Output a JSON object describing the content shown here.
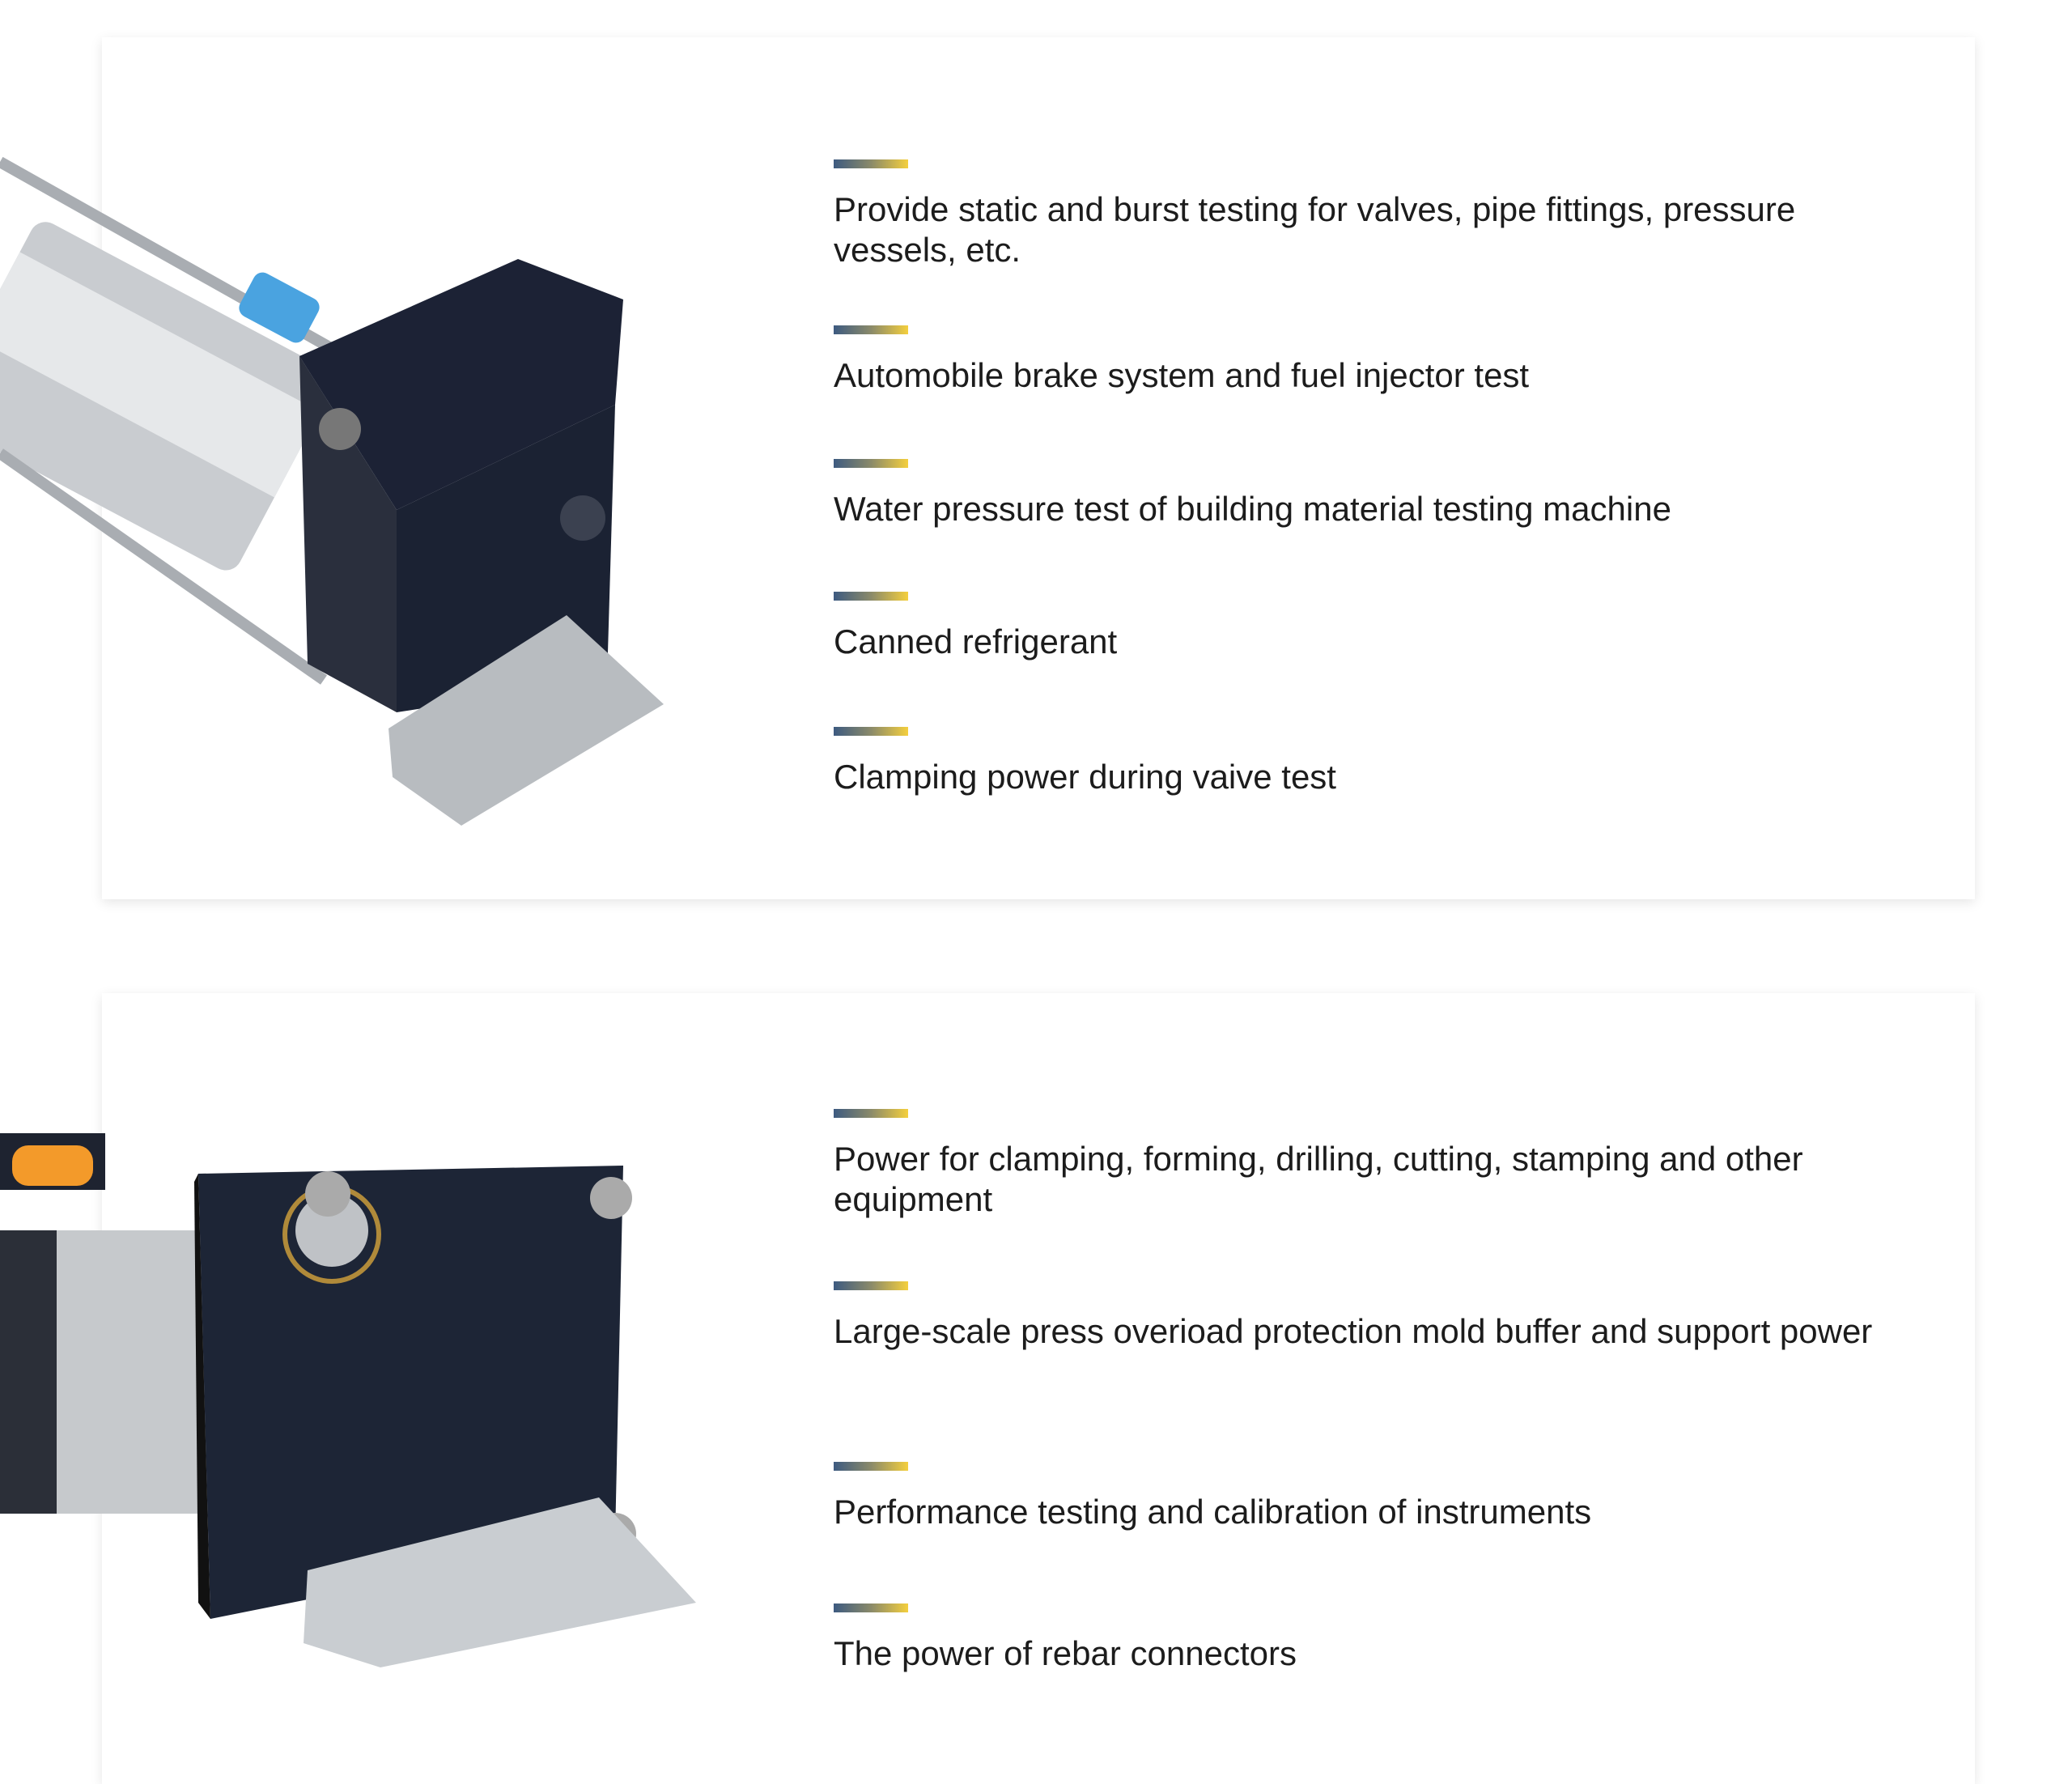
{
  "sections": [
    {
      "image": "air-driven-gas-booster-pump-photo",
      "items": [
        "Provide static and burst testing for valves, pipe fittings, pressure vessels, etc.",
        "Automobile brake system and fuel injector test",
        "Water pressure test of building material testing machine",
        "Canned refrigerant",
        "Clamping power during vaive test"
      ]
    },
    {
      "image": "gas-booster-end-cap-photo",
      "items": [
        "Power for clamping, forming, drilling, cutting, stamping and other equipment",
        "Large-scale press overioad protection mold buffer and support power",
        "Performance testing and calibration of instruments",
        "The power of rebar connectors"
      ]
    }
  ],
  "colors": {
    "accent_start": "#3d5a80",
    "accent_end": "#f4cf3e",
    "text": "#1c1c1c"
  }
}
